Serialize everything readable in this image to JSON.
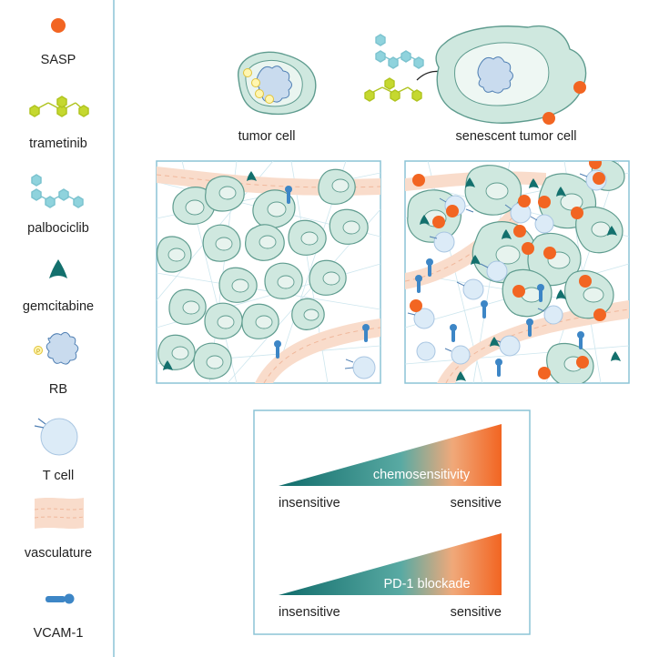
{
  "legend": {
    "items": [
      {
        "key": "sasp",
        "label": "SASP"
      },
      {
        "key": "trametinib",
        "label": "trametinib"
      },
      {
        "key": "palbociclib",
        "label": "palbociclib"
      },
      {
        "key": "gemcitabine",
        "label": "gemcitabine"
      },
      {
        "key": "rb",
        "label": "RB"
      },
      {
        "key": "tcell",
        "label": "T cell"
      },
      {
        "key": "vasculature",
        "label": "vasculature"
      },
      {
        "key": "vcam",
        "label": "VCAM-1"
      }
    ]
  },
  "top": {
    "tumor_cell_label": "tumor cell",
    "senescent_cell_label": "senescent tumor cell"
  },
  "rb_marker": "P",
  "gradients": [
    {
      "label": "chemosensitivity",
      "left": "insensitive",
      "right": "sensitive"
    },
    {
      "label": "PD-1 blockade",
      "left": "insensitive",
      "right": "sensitive"
    }
  ],
  "colors": {
    "sasp": "#f26522",
    "trametinib": "#c5d82f",
    "palbociclib": "#8fd3dd",
    "gemcitabine": "#13706d",
    "tumor_fill": "#cfe8df",
    "tumor_stroke": "#5f9c8f",
    "tcell": "#dcebf7",
    "vessel": "#f9dccb",
    "vcam": "#3d86c6",
    "frame": "#8cc4d6"
  }
}
